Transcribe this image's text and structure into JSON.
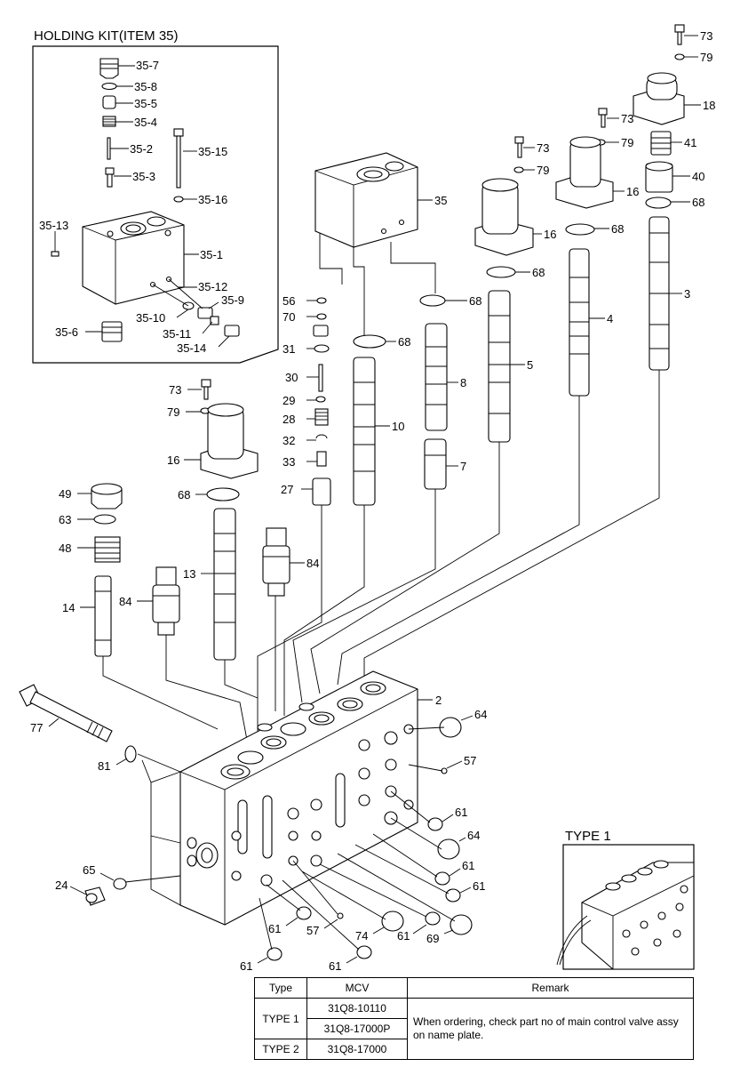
{
  "holding_kit_title": "HOLDING KIT(ITEM 35)",
  "inset_title": "TYPE 1",
  "labels": {
    "kit": [
      "35-7",
      "35-8",
      "35-5",
      "35-4",
      "35-2",
      "35-15",
      "35-3",
      "35-16",
      "35-13",
      "35-1",
      "35-12",
      "35-9",
      "35-10",
      "35-6",
      "35-11",
      "35-14"
    ],
    "main": [
      "73",
      "79",
      "18",
      "73",
      "41",
      "73",
      "79",
      "40",
      "79",
      "16",
      "68",
      "35",
      "16",
      "68",
      "68",
      "3",
      "56",
      "68",
      "70",
      "4",
      "68",
      "31",
      "5",
      "73",
      "30",
      "8",
      "79",
      "29",
      "28",
      "10",
      "32",
      "16",
      "7",
      "33",
      "27",
      "49",
      "68",
      "63",
      "84",
      "48",
      "13",
      "84",
      "14",
      "2",
      "64",
      "77",
      "57",
      "81",
      "61",
      "64",
      "61",
      "65",
      "61",
      "24",
      "61",
      "57",
      "74",
      "61",
      "69",
      "61",
      "61"
    ]
  },
  "table": {
    "headers": [
      "Type",
      "MCV",
      "Remark"
    ],
    "rows": [
      {
        "type": "TYPE 1",
        "mcv": [
          "31Q8-10110",
          "31Q8-17000P"
        ],
        "remark": "When ordering, check part no of main control valve assy on name plate."
      },
      {
        "type": "TYPE 2",
        "mcv": [
          "31Q8-17000"
        ]
      }
    ]
  }
}
